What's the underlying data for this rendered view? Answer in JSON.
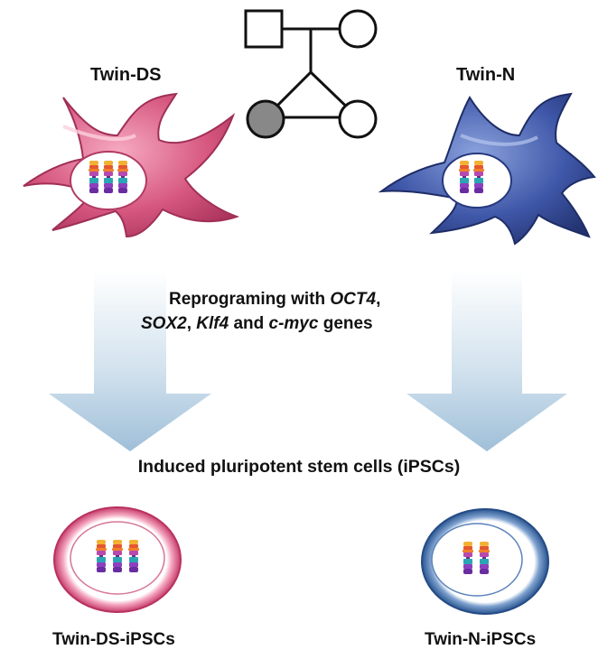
{
  "labels": {
    "twin_ds": "Twin-DS",
    "twin_n": "Twin-N",
    "reprog_1_pre": "Reprograming with ",
    "gene_oct4": "OCT4",
    "reprog_1_post": ",",
    "gene_sox2": "SOX2",
    "sep_1": ", ",
    "gene_klf4": "Klf4",
    "sep_2": " and ",
    "gene_cmyc": "c-myc",
    "reprog_2_post": " genes",
    "ipsc_title": "Induced pluripotent stem cells (iPSCs)",
    "twin_ds_ipscs": "Twin-DS-iPSCs",
    "twin_n_ipscs": "Twin-N-iPSCs"
  },
  "colors": {
    "ds_cell": "#d6577f",
    "ds_cell_dark": "#b13a64",
    "n_cell": "#3f57a8",
    "n_cell_dark": "#27397e",
    "arrow_top": "#ffffff",
    "arrow_bottom": "#a9c5dc",
    "pedigree_affected": "#888888"
  },
  "pedigree": {
    "father": "square",
    "mother": "circle",
    "twin_1": "filled-circle",
    "twin_2": "circle"
  }
}
